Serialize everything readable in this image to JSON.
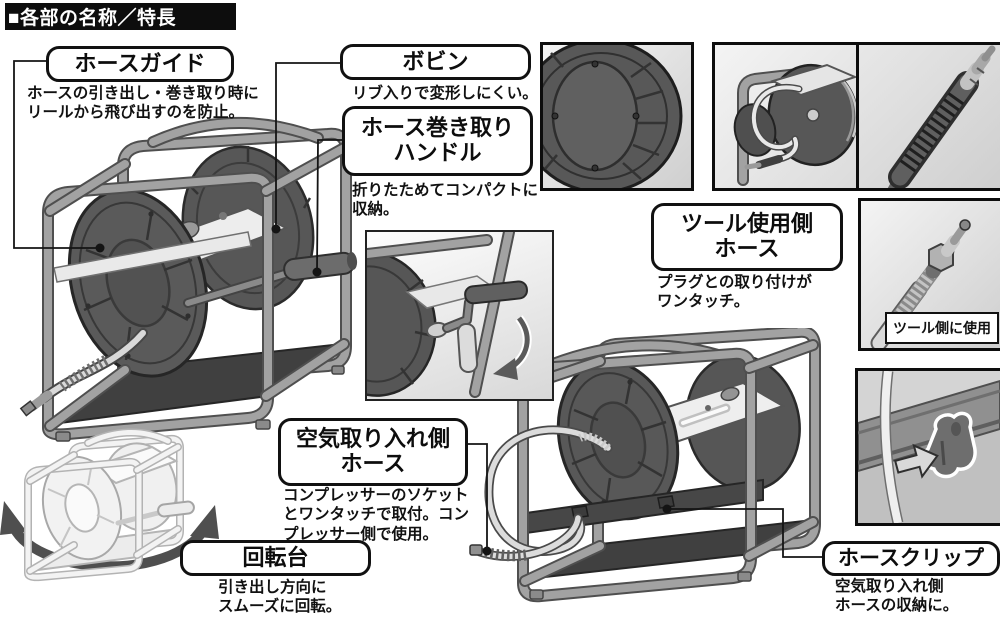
{
  "header": {
    "title": "■各部の名称／特長"
  },
  "callouts": {
    "hose_guide": {
      "label": "ホースガイド",
      "desc": "ホースの引き出し・巻き取り時に\nリールから飛び出すのを防止。"
    },
    "bobbin": {
      "label": "ボビン",
      "desc": "リブ入りで変形しにくい。"
    },
    "winding_handle": {
      "label": "ホース巻き取り\nハンドル",
      "desc": "折りたためてコンパクトに\n収納。"
    },
    "tool_side_hose": {
      "label": "ツール使用側\nホース",
      "desc": "プラグとの取り付けが\nワンタッチ。"
    },
    "air_intake_hose": {
      "label": "空気取り入れ側\nホース",
      "desc": "コンプレッサーのソケット\nとワンタッチで取付。コン\nプレッサー側で使用。"
    },
    "rotating_base": {
      "label": "回転台",
      "desc": "引き出し方向に\nスムーズに回転。"
    },
    "hose_clip": {
      "label": "ホースクリップ",
      "desc": "空気取り入れ側\nホースの収納に。"
    }
  },
  "photos": {
    "tool_side_caption": "ツール側に使用"
  },
  "colors": {
    "header_bg": "#0d0d0d",
    "outline": "#111111",
    "illustration_gray": "#8f8f8f",
    "disc_gray": "#595959"
  }
}
